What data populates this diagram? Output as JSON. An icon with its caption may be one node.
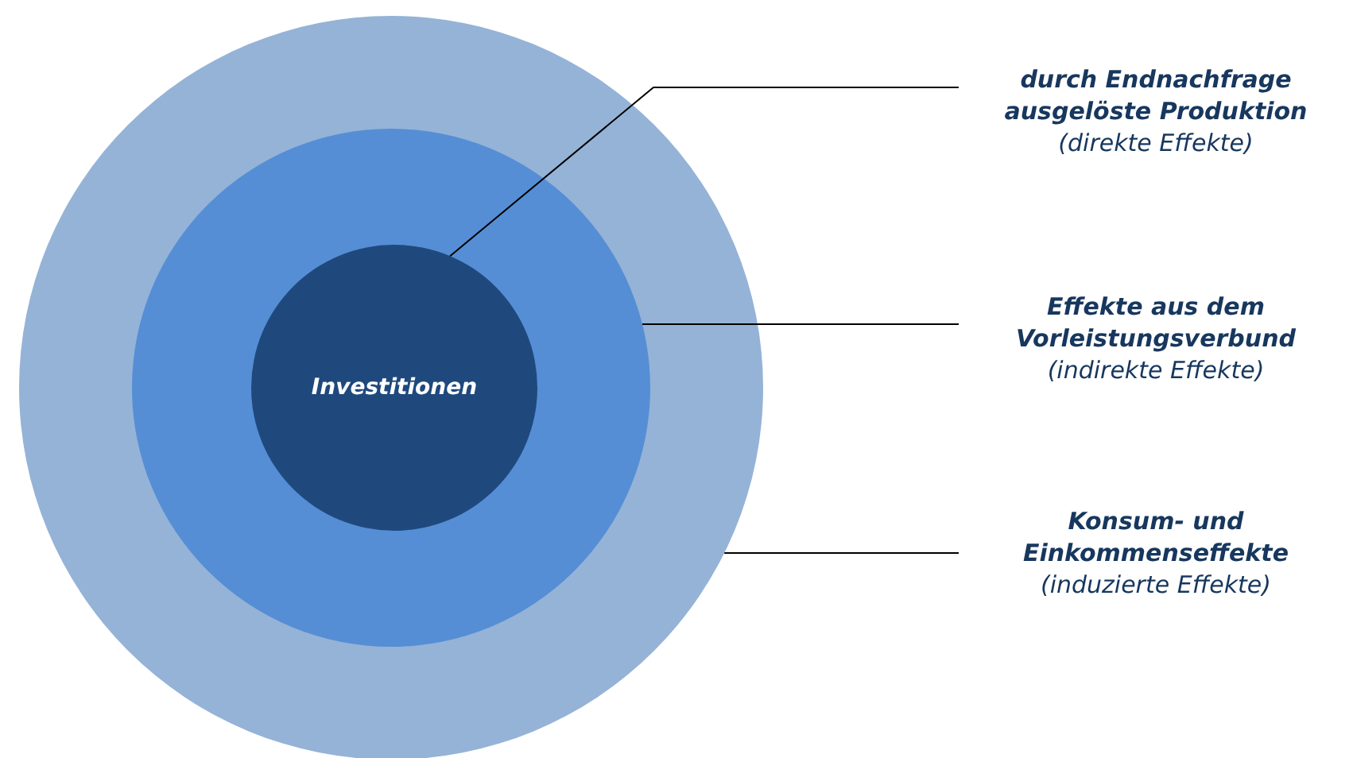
{
  "diagram": {
    "nodes": [
      {
        "text": [],
        "shape": "circle"
      },
      {
        "text": [],
        "shape": "circle",
        "in": 0
      },
      {
        "text": [
          "Investitionen"
        ],
        "in": 1
      },
      {
        "text": [
          "durch Endnachfrage ausgelöste Produktion",
          "(direkte Effekte)"
        ]
      },
      {
        "text": [
          "Effekte aus dem Vorleistungsverbund",
          "(indirekte Effekte)"
        ]
      },
      {
        "text": [
          "Konsum- und Einkommenseffekte",
          "(induzierte Effekte)"
        ]
      }
    ],
    "edges": [
      {
        "from": 3,
        "to": 2,
        "arrow": "none"
      },
      {
        "from": 4,
        "to": 1,
        "arrow": "none"
      },
      {
        "from": 5,
        "to": 0,
        "arrow": "none"
      }
    ]
  }
}
